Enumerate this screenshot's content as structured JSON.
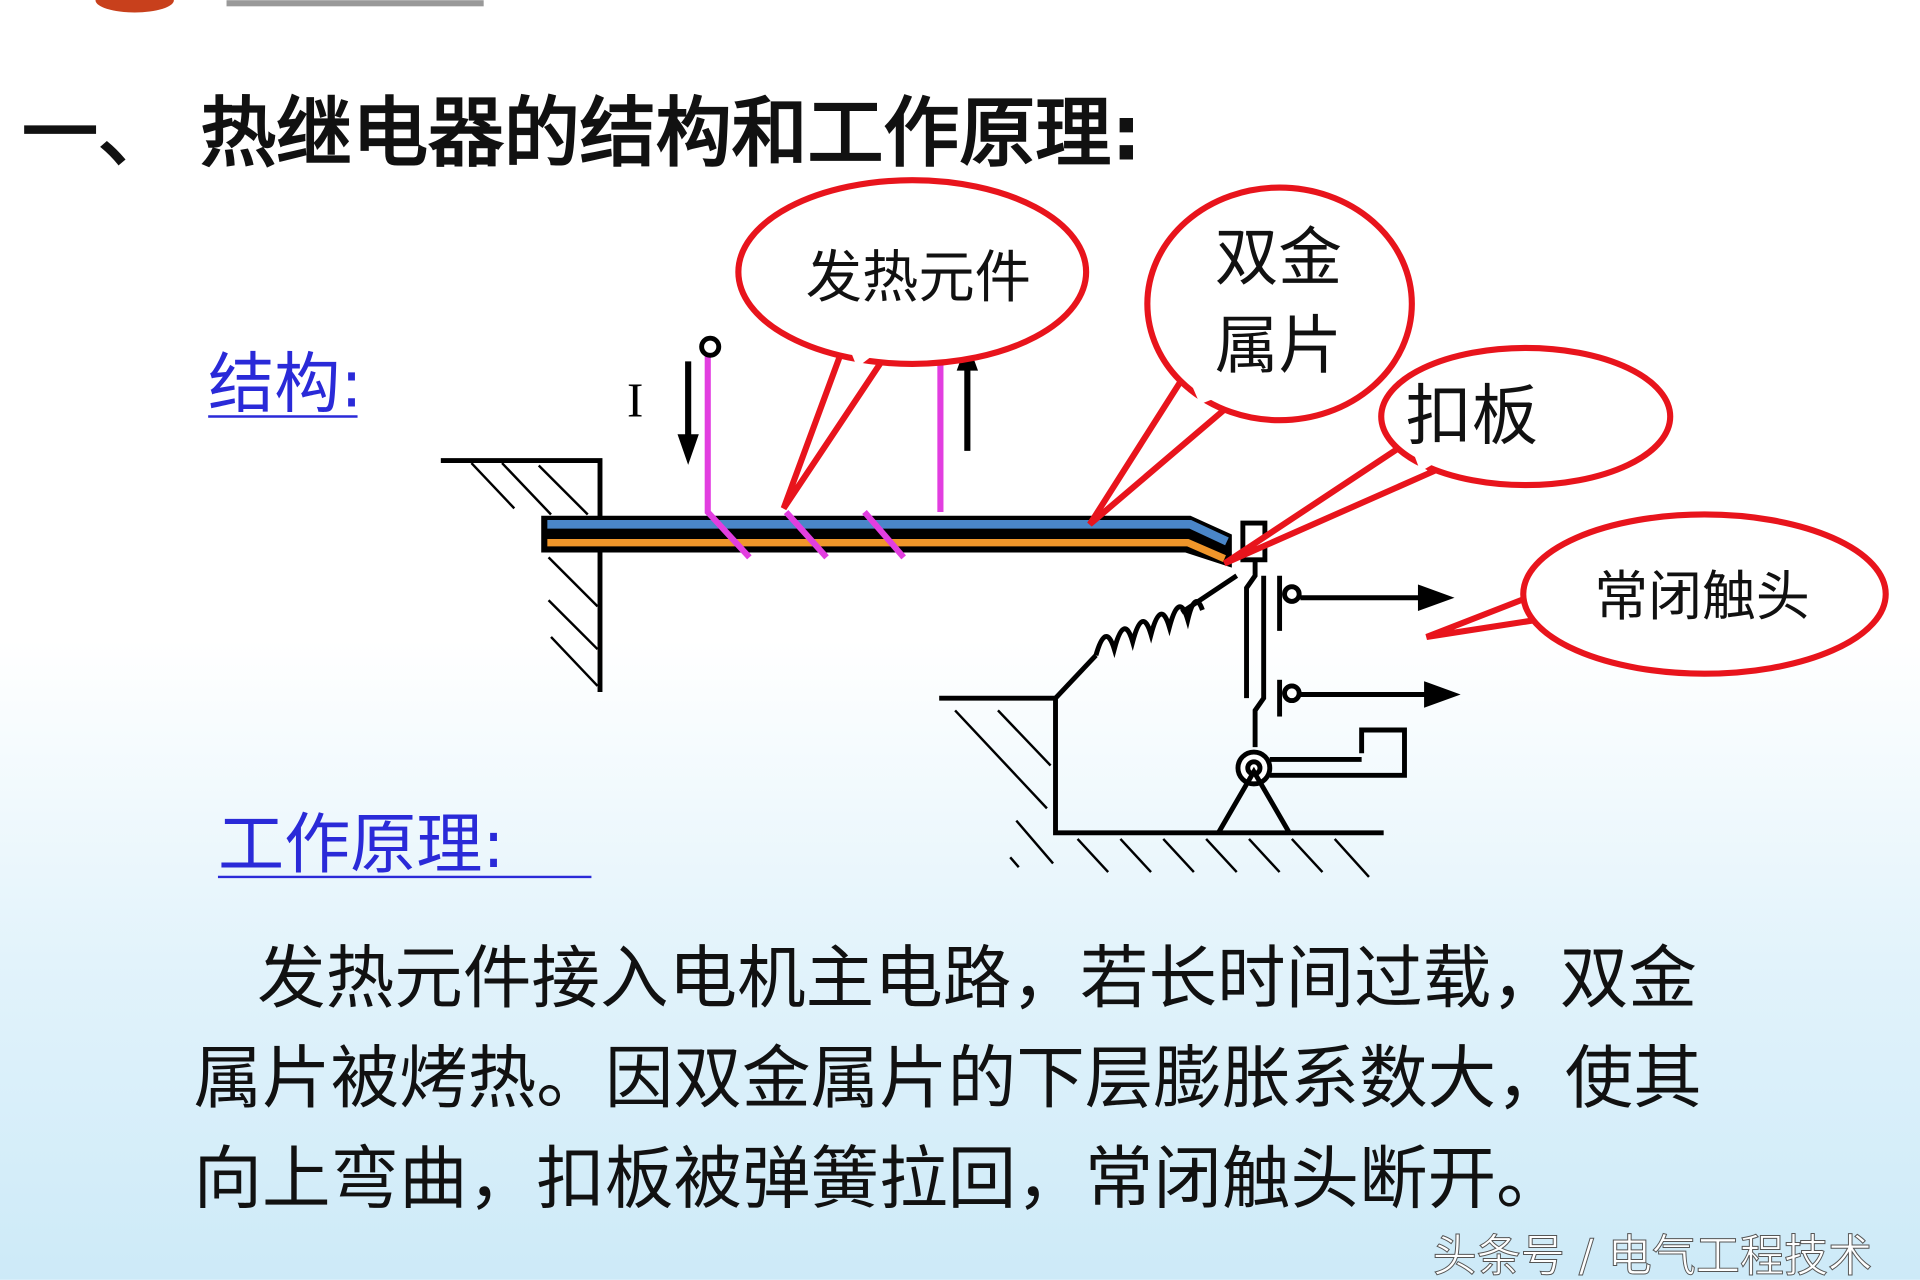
{
  "slide": {
    "title": "一、 热继电器的结构和工作原理:",
    "structure_label": "结构:",
    "principle_label": "工作原理:",
    "body_lines": [
      "发热元件接入电机主电路，若长时间过载，双金",
      "属片被烤热。因双金属片的下层膨胀系数大，使其",
      "向上弯曲，扣板被弹簧拉回，常闭触头断开。"
    ],
    "watermark": "头条号 / 电气工程技术"
  },
  "diagram": {
    "current_label": "I",
    "callouts": {
      "heating_element": "发热元件",
      "bimetal_line1": "双金",
      "bimetal_line2": "属片",
      "latch_plate": "扣板",
      "nc_contact": "常闭触头"
    }
  },
  "colors": {
    "callout_red": "#e8141c",
    "heater_magenta": "#e23ee0",
    "bimetal_top": "#4a86c8",
    "bimetal_bottom": "#f0962a",
    "link_blue": "#2a2ad8",
    "bg_bottom": "#cdeaf8"
  }
}
